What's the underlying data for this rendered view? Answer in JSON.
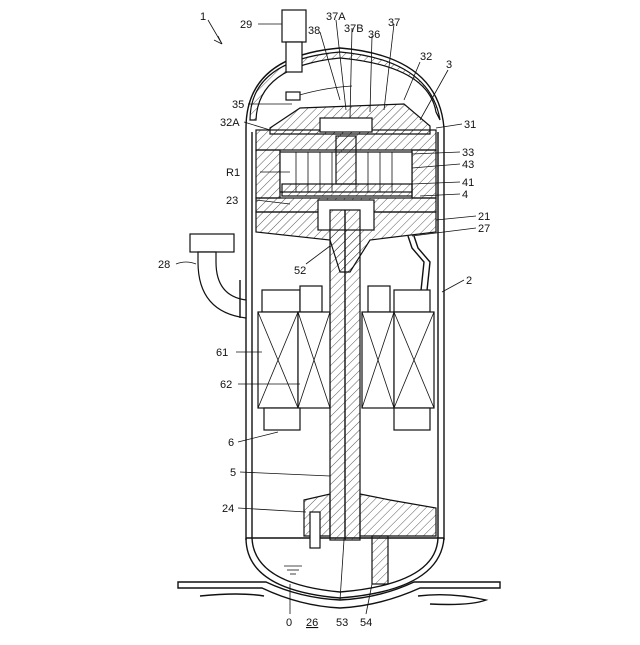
{
  "labels": {
    "l1": "1",
    "l29": "29",
    "l37A": "37A",
    "l38": "38",
    "l37B": "37B",
    "l36": "36",
    "l37": "37",
    "l32": "32",
    "l3": "3",
    "l35": "35",
    "l32A": "32A",
    "l31": "31",
    "l33": "33",
    "lR1": "R1",
    "l43": "43",
    "l41": "41",
    "l23": "23",
    "l4": "4",
    "l21": "21",
    "l27": "27",
    "l28": "28",
    "l52": "52",
    "l2": "2",
    "l61": "61",
    "l62": "62",
    "l6": "6",
    "l5": "5",
    "l24": "24",
    "l0": "0",
    "l26": "26",
    "l53": "53",
    "l54": "54"
  }
}
